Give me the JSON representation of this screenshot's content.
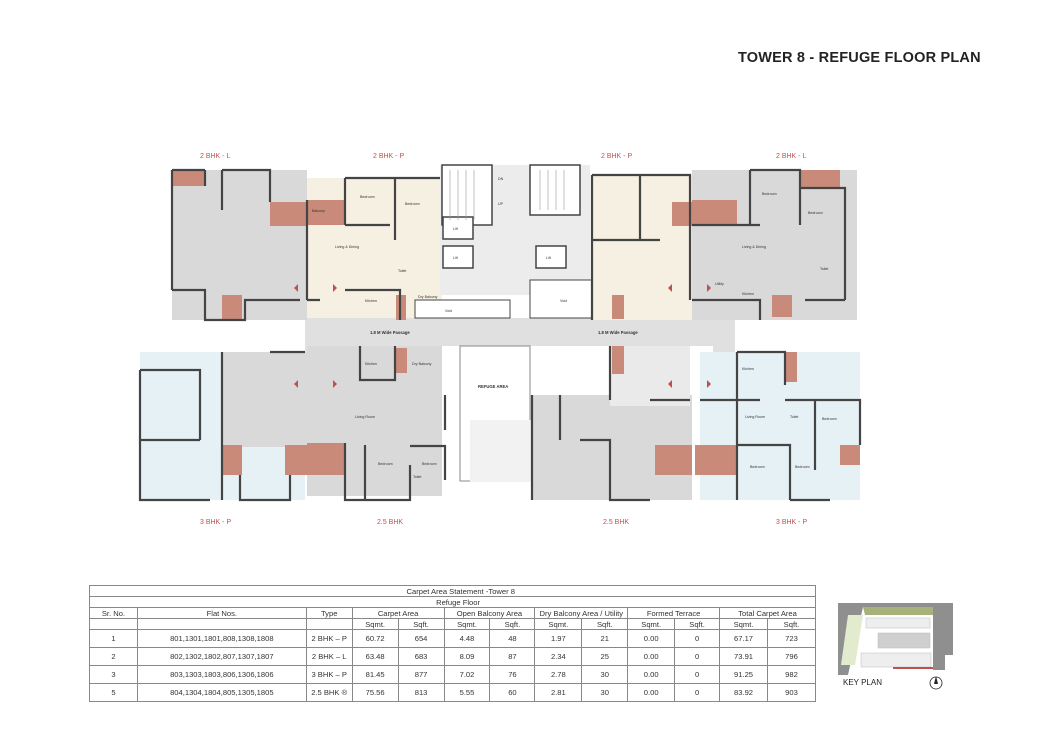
{
  "title": "TOWER 8 - REFUGE FLOOR PLAN",
  "plan": {
    "unit_labels_top": [
      "2 BHK - L",
      "2 BHK - P",
      "2 BHK - P",
      "2 BHK - L"
    ],
    "unit_labels_bottom": [
      "3 BHK - P",
      "2.5 BHK",
      "2.5 BHK",
      "3 BHK - P"
    ],
    "refuge_area": "REFUGE AREA",
    "passage_left": "1.8 M Wide Passage",
    "passage_right": "1.8 M Wide Passage",
    "rooms": {
      "living_dining": "Living & Dining",
      "bedroom": "Bedroom",
      "kitchen": "Kitchen",
      "balcony": "Balcony",
      "toilet": "Toilet",
      "utility": "Utility",
      "dry_balcony": "Dry Balcony",
      "living_room": "Living Room",
      "void": "Void",
      "lift": "Lift",
      "up": "UP",
      "dn": "DN"
    },
    "colors": {
      "balcony": "#c98a7a",
      "unit_p": "#f5f0e1",
      "unit_l": "#d9d9d9",
      "unit_3bhk": "#e6f1f5",
      "label": "#c0504d"
    }
  },
  "table": {
    "title": "Carpet Area Statement -Tower 8",
    "subtitle": "Refuge Floor",
    "headers": [
      "Sr. No.",
      "Flat Nos.",
      "Type",
      "Carpet Area",
      "Open Balcony Area",
      "Dry Balcony Area / Utility",
      "Formed Terrace",
      "Total Carpet Area"
    ],
    "units": [
      "Sqmt.",
      "Sqft.",
      "Sqmt.",
      "Sqft.",
      "Sqmt.",
      "Sqft.",
      "Sqmt.",
      "Sqft.",
      "Sqmt.",
      "Sqft."
    ],
    "rows": [
      [
        "1",
        "801,1301,1801,808,1308,1808",
        "2 BHK – P",
        "60.72",
        "654",
        "4.48",
        "48",
        "1.97",
        "21",
        "0.00",
        "0",
        "67.17",
        "723"
      ],
      [
        "2",
        "802,1302,1802,807,1307,1807",
        "2 BHK – L",
        "63.48",
        "683",
        "8.09",
        "87",
        "2.34",
        "25",
        "0.00",
        "0",
        "73.91",
        "796"
      ],
      [
        "3",
        "803,1303,1803,806,1306,1806",
        "3 BHK – P",
        "81.45",
        "877",
        "7.02",
        "76",
        "2.78",
        "30",
        "0.00",
        "0",
        "91.25",
        "982"
      ],
      [
        "5",
        "804,1304,1804,805,1305,1805",
        "2.5 BHK ®",
        "75.56",
        "813",
        "5.55",
        "60",
        "2.81",
        "30",
        "0.00",
        "0",
        "83.92",
        "903"
      ]
    ]
  },
  "key_plan": {
    "label": "KEY PLAN",
    "north_icon": "north-arrow-icon"
  }
}
